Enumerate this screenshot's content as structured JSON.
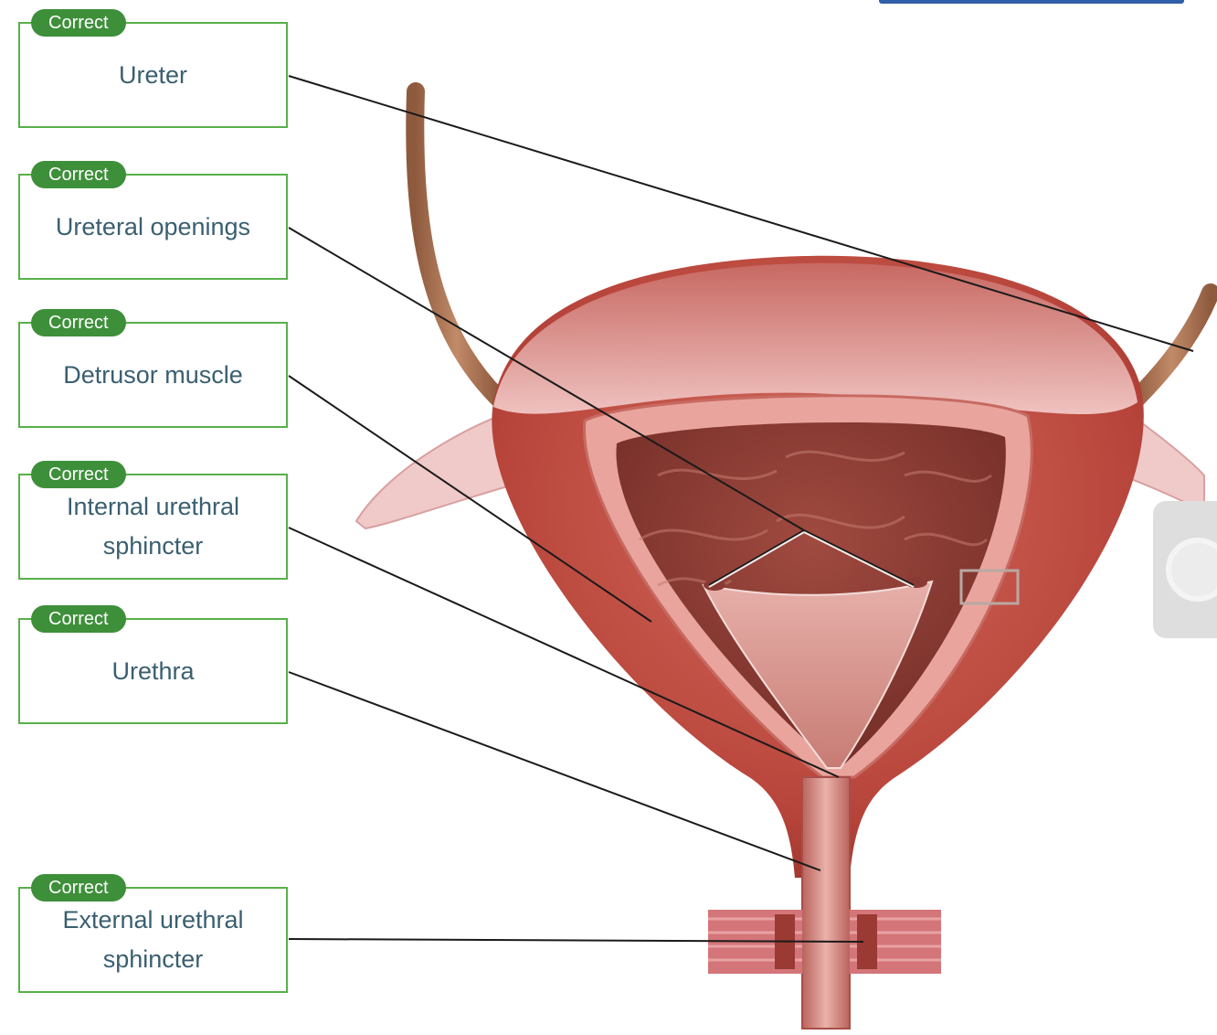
{
  "labels": [
    {
      "id": "ureter",
      "badge": "Correct",
      "text": "Ureter"
    },
    {
      "id": "ureteral-openings",
      "badge": "Correct",
      "text": "Ureteral openings"
    },
    {
      "id": "detrusor-muscle",
      "badge": "Correct",
      "text": "Detrusor muscle"
    },
    {
      "id": "internal-urethral-sphincter",
      "badge": "Correct",
      "text": "Internal urethral\nsphincter"
    },
    {
      "id": "urethra",
      "badge": "Correct",
      "text": "Urethra"
    },
    {
      "id": "external-urethral-sphincter",
      "badge": "Correct",
      "text": "External urethral\nsphincter"
    }
  ],
  "colors": {
    "correct_badge": "#3e8f3a",
    "box_border": "#58b04a",
    "label_text": "#3a5f70",
    "accent_bar": "#2f5fa8"
  },
  "side_tab": {
    "icon": "circle-icon"
  }
}
